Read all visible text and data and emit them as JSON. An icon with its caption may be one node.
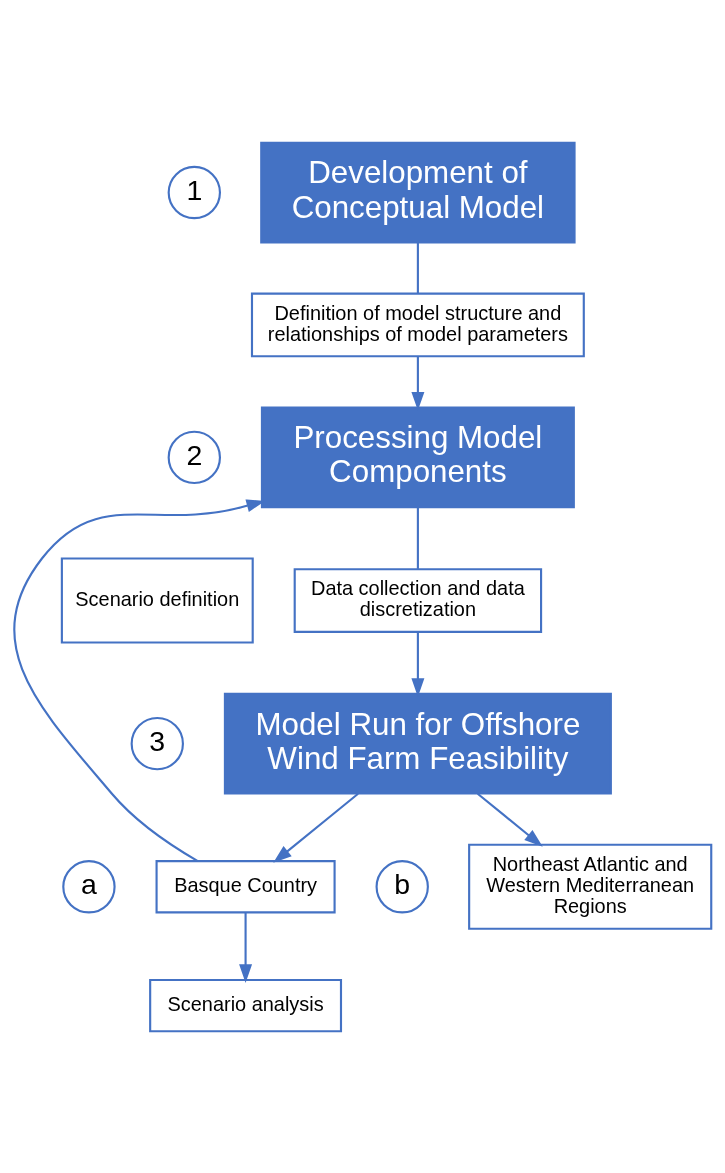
{
  "diagram": {
    "nodes": [
      {
        "text": [
          "1"
        ]
      },
      {
        "text": [
          "Development of Conceptual Model"
        ]
      },
      {
        "text": [
          "Definition of model structure and relationships of model parameters"
        ]
      },
      {
        "text": [
          "2"
        ]
      },
      {
        "text": [
          "Processing Model Components"
        ]
      },
      {
        "text": [
          "Data collection and data discretization"
        ]
      },
      {
        "text": [
          "3"
        ]
      },
      {
        "text": [
          "Model Run for Offshore Wind Farm Feasibility"
        ]
      },
      {
        "text": [
          "a"
        ]
      },
      {
        "text": [
          "Basque Country"
        ]
      },
      {
        "text": [
          "b"
        ]
      },
      {
        "text": [
          "Northeast Atlantic and Western Mediterranean Regions"
        ]
      },
      {
        "text": [
          "Scenario analysis"
        ]
      },
      {
        "text": [
          "Scenario definition"
        ]
      }
    ],
    "edges": [
      {
        "from": 1,
        "to": 2,
        "arrow": "none"
      },
      {
        "from": 2,
        "to": 4,
        "arrow": "to"
      },
      {
        "from": 4,
        "to": 5,
        "arrow": "none"
      },
      {
        "from": 5,
        "to": 7,
        "arrow": "to"
      },
      {
        "from": 7,
        "to": 9,
        "arrow": "to"
      },
      {
        "from": 7,
        "to": 11,
        "arrow": "to"
      },
      {
        "from": 9,
        "to": 12,
        "arrow": "to"
      },
      {
        "from": 9,
        "to": 4,
        "arrow": "to"
      }
    ]
  }
}
